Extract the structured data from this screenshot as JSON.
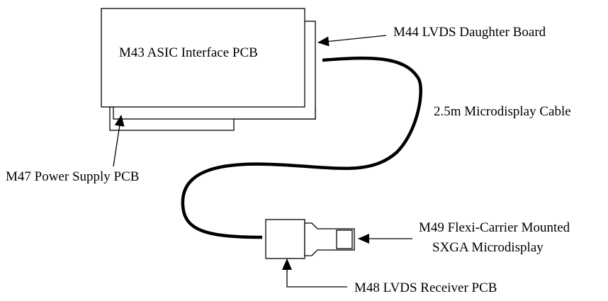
{
  "labels": {
    "m43": "M43 ASIC Interface PCB",
    "m44": "M44 LVDS Daughter Board",
    "cable": "2.5m Microdisplay Cable",
    "m47": "M47 Power Supply PCB",
    "m49_line1": "M49 Flexi-Carrier Mounted",
    "m49_line2": "SXGA Microdisplay",
    "m48": "M48 LVDS Receiver PCB"
  },
  "colors": {
    "stroke": "#000000",
    "background": "#ffffff"
  }
}
